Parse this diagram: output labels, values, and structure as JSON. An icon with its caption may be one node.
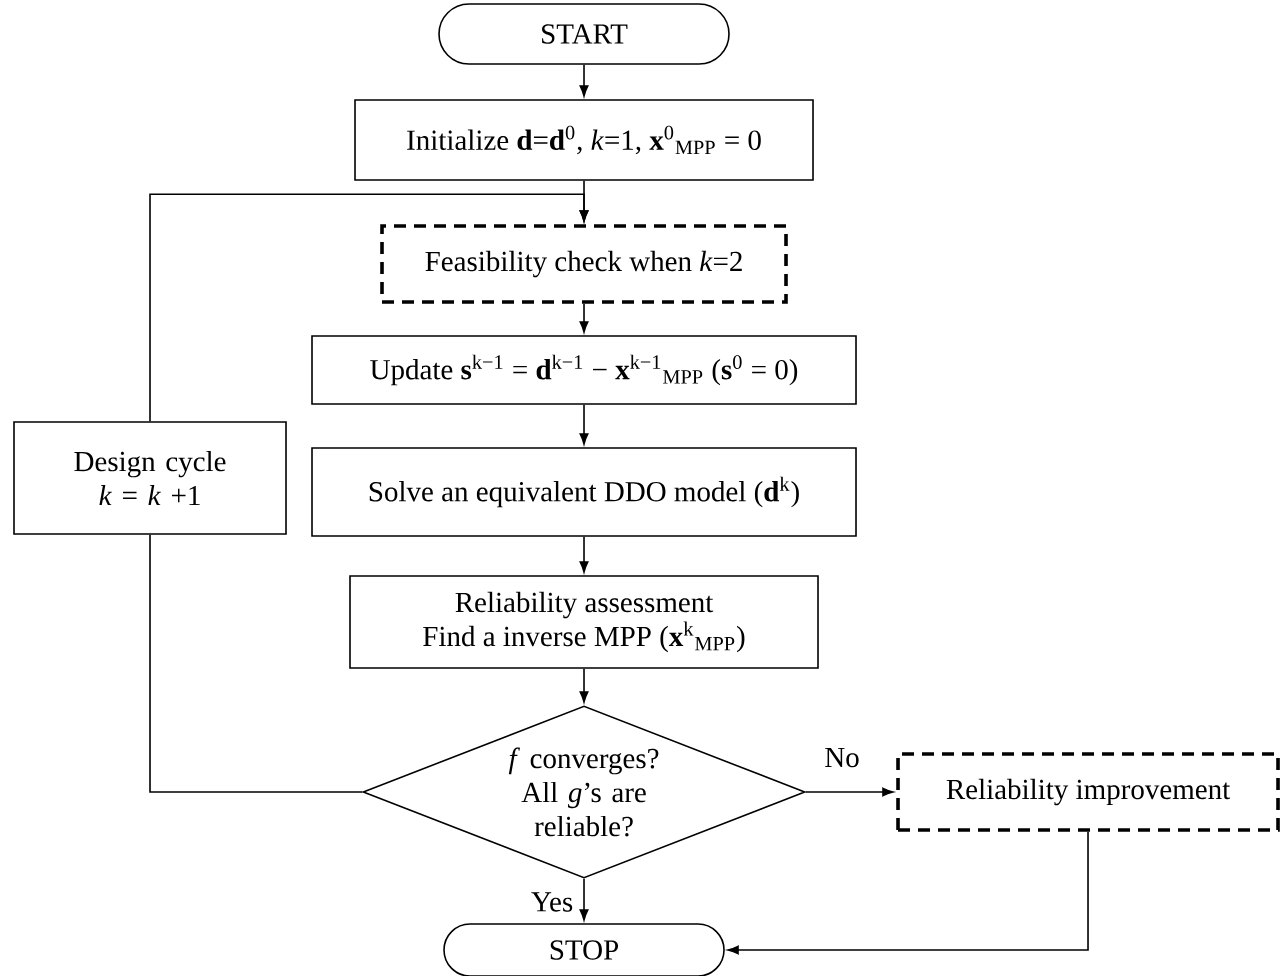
{
  "diagram": {
    "nodes": [
      {
        "text": [
          "START"
        ]
      },
      {
        "text": [
          "Initialize **d**=**d**$^{0}$, *k*=1, **x**$^{0}$$_{MPP}$ = 0"
        ]
      },
      {
        "text": [
          "Feasibility check when *k*=2"
        ]
      },
      {
        "text": [
          "Update **s**$^{k−1}$ = **d**$^{k−1}$ − **x**$^{k−1}$$_{MPP}$ (**s**$^{0}$ = 0)"
        ]
      },
      {
        "text": [
          "Solve an equivalent DDO model (**d**$^{k}$)"
        ]
      },
      {
        "text": [
          "Reliability assessment",
          "Find a inverse MPP (**x**$^{k}$$_{MPP}$)"
        ]
      },
      {
        "text": [
          "*f* converges? All *g*’s are reliable?"
        ]
      },
      {
        "text": [
          "Reliability improvement"
        ]
      },
      {
        "text": [
          "STOP"
        ]
      },
      {
        "text": [
          "Design cycle *k* = *k* +1"
        ]
      }
    ],
    "edges": [
      {
        "from": 0,
        "to": 1,
        "arrow": "to"
      },
      {
        "from": 1,
        "to": 2,
        "arrow": "to"
      },
      {
        "from": 2,
        "to": 3,
        "arrow": "to"
      },
      {
        "from": 3,
        "to": 4,
        "arrow": "to"
      },
      {
        "from": 4,
        "to": 5,
        "arrow": "to"
      },
      {
        "from": 5,
        "to": 6,
        "arrow": "to"
      },
      {
        "from": 6,
        "to": 8,
        "arrow": "to",
        "label": "Yes"
      },
      {
        "from": 6,
        "to": 7,
        "arrow": "to",
        "label": "No"
      },
      {
        "from": 7,
        "to": 8,
        "arrow": "to"
      },
      {
        "from": 6,
        "to": 9,
        "arrow": "none"
      },
      {
        "from": 9,
        "to": 2,
        "arrow": "to"
      }
    ]
  }
}
